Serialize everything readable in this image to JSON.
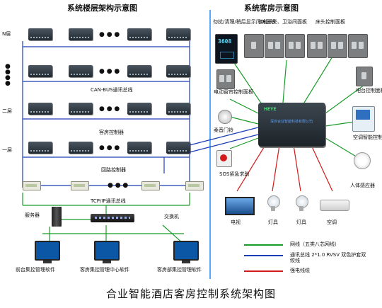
{
  "left_title": "系统楼层架构示意图",
  "right_title": "系统客房示意图",
  "floors": {
    "n": "N层",
    "two": "二层",
    "one": "一层"
  },
  "dots": "● ● ●",
  "canbus_label": "CAN-BUS通讯总线",
  "room_controller_label": "客房控制器",
  "loop_controller_label": "回路控制器",
  "tcpip_label": "TCP/IP通讯总线",
  "server_label": "服务器",
  "switch_label": "交换机",
  "software": [
    "前台集控管理软件",
    "客房集控管理中心软件",
    "客房部集控管理软件"
  ],
  "room": {
    "doorbell_display_label": "勿扰/清理/稍后显示门铃面板",
    "doorbell_display_text": "3608",
    "power_panel_label": "取电开关、卫浴间面板",
    "bedside_panel_label": "床头控制面板",
    "curtain_panel_label": "电动窗帘控制面板",
    "bar_panel_label": "吧台控制面板",
    "chime_label": "柔音门铃",
    "ac_panel_label": "空调智能控制面板",
    "sos_label": "SOS紧急求助",
    "sensor_label": "人体感应器",
    "tv_label": "电视",
    "lamp1_label": "灯具",
    "lamp2_label": "灯具",
    "ac_label": "空调",
    "controller_text": "深圳合业智能科技有限公司"
  },
  "legend": [
    {
      "label": "网线（五类八芯网线）",
      "color": "#1a9a2a"
    },
    {
      "label": "通讯总线 2*1.0 RVSV 双色护套双绞线",
      "color": "#1a3fb5"
    },
    {
      "label": "强电线缆",
      "color": "#d21a1a"
    }
  ],
  "footer_title": "合业智能酒店客房控制系统架构图",
  "colors": {
    "bus": "#1a3fb5",
    "net": "#1a9a2a",
    "power": "#d21a1a",
    "divider": "#55aaff"
  }
}
